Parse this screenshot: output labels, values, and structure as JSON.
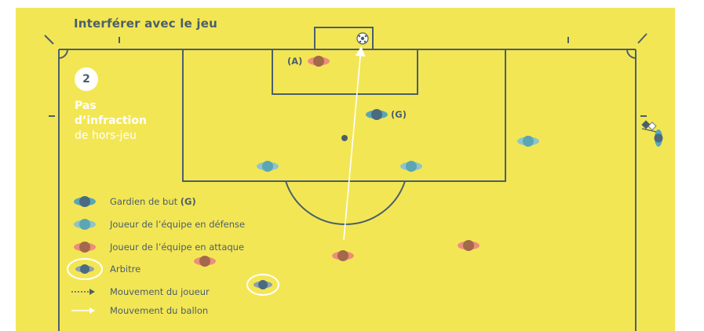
{
  "title": "Interférer avec le jeu",
  "step_number": "2",
  "verdict": {
    "line1": "Pas",
    "line2": "d’infraction",
    "line3": "de hors-jeu"
  },
  "player_labels": {
    "attacker_a": "(A)",
    "goalkeeper_g": "(G)"
  },
  "legend": {
    "goalkeeper": "Gardien de but",
    "goalkeeper_tag": "(G)",
    "defender": "Joueur de l’équipe en défense",
    "attacker": "Joueur de l’équipe en attaque",
    "referee": "Arbitre",
    "player_movement": "Mouvement du joueur",
    "ball_movement": "Mouvement du ballon"
  },
  "colors": {
    "pitch": "#f3e655",
    "lines": "#4a5f6b",
    "goalkeeper": "#4a6a82",
    "defender": "#5ba6b4",
    "attacker": "#a3694a",
    "attacker_arms": "#eb8f7b",
    "white": "#ffffff"
  },
  "icons": [
    "ball-icon",
    "player-icon",
    "referee-icon",
    "flag-icon",
    "arrow-icon"
  ]
}
